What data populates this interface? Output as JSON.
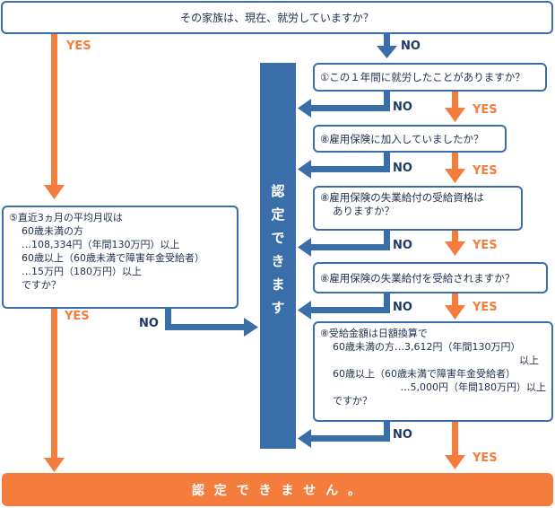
{
  "questions": {
    "top": "その家族は、現在、就労していますか？",
    "q1": "①この１年間に就労したことがありますか？",
    "q2": "⑧雇用保険に加入していましたか？",
    "q3_lines": [
      "⑧雇用保険の失業給付の受給資格は",
      "ありますか？"
    ],
    "q4": "⑧雇用保険の失業給付を受給されますか？",
    "q5_lines": [
      "⑧受給金額は日額換算で",
      "60歳未満の方…3,612円（年間130万円）",
      "以上",
      "60歳以上（60歳未満で障害年金受給者）",
      "…5,000円（年間180万円）以上",
      "ですか？"
    ],
    "left_lines": [
      "⑤直近3ヵ月の平均月収は",
      "60歳未満の方",
      "…108,334円（年間130万円）以上",
      "60歳以上（60歳未満で障害年金受給者）",
      "…15万円（180万円）以上",
      "ですか？"
    ]
  },
  "center_bar": {
    "chars": [
      "認",
      "定",
      "で",
      "き",
      "ま",
      "す"
    ]
  },
  "bottom_bar": {
    "text": "認 定 で き ま せ ん 。"
  },
  "labels": {
    "yes": "YES",
    "no": "NO"
  },
  "colors": {
    "blue": "#3a6ea8",
    "navy": "#1e3864",
    "orange": "#f47c3c"
  }
}
